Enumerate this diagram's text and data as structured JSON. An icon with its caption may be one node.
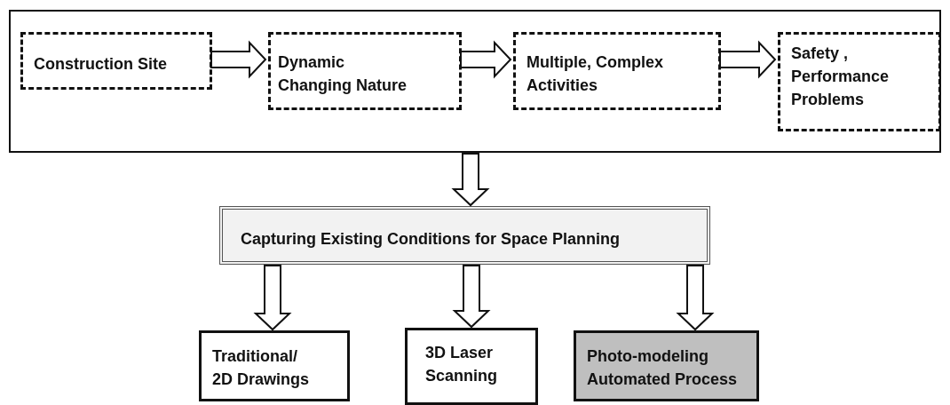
{
  "diagram": {
    "nodes": [
      {
        "text": [],
        "shape": "box"
      },
      {
        "text": [
          "Construction Site"
        ],
        "in": 0
      },
      {
        "text": [
          "Dynamic Changing Nature"
        ],
        "in": 0
      },
      {
        "text": [
          "Multiple, Complex Activities"
        ],
        "in": 0
      },
      {
        "text": [
          "Safety , Performance Problems"
        ],
        "in": 0
      },
      {
        "text": [
          "Capturing Existing Conditions for Space Planning"
        ]
      },
      {
        "text": [
          "Traditional/ 2D Drawings"
        ]
      },
      {
        "text": [
          "3D Laser Scanning"
        ]
      },
      {
        "text": [
          "Photo-modeling Automated Process"
        ]
      }
    ],
    "edges": [
      {
        "from": 1,
        "to": 2,
        "arrow": "to"
      },
      {
        "from": 2,
        "to": 3,
        "arrow": "to"
      },
      {
        "from": 3,
        "to": 4,
        "arrow": "to"
      },
      {
        "from": 0,
        "to": 5,
        "arrow": "to"
      },
      {
        "from": 5,
        "to": 6,
        "arrow": "to"
      },
      {
        "from": 5,
        "to": 7,
        "arrow": "to"
      },
      {
        "from": 5,
        "to": 8,
        "arrow": "to"
      }
    ]
  }
}
